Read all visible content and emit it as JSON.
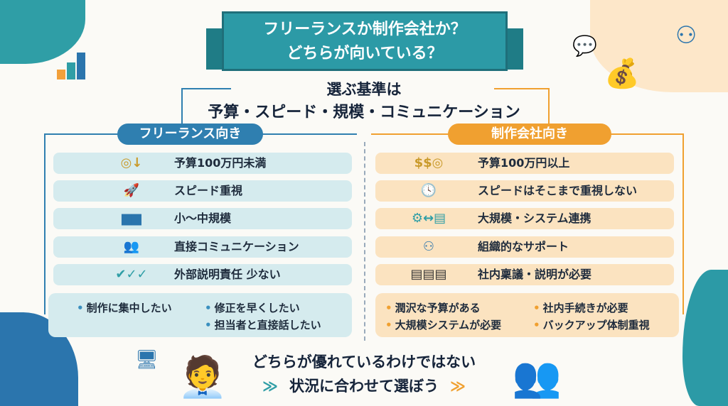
{
  "title": {
    "line1": "フリーランスか制作会社か？",
    "line2": "どちらが向いている？"
  },
  "criteria": {
    "lead": "選ぶ基準は",
    "items": "予算・スピード・規模・コミュニケーション"
  },
  "freelance": {
    "label": "フリーランス向き",
    "color": "#2f7fb0",
    "rows": [
      {
        "icon": "coins-down-icon",
        "text": "予算100万円未満"
      },
      {
        "icon": "rocket-icon",
        "text": "スピード重視"
      },
      {
        "icon": "blocks-icon",
        "text": "小〜中規模"
      },
      {
        "icon": "conversation-icon",
        "text": "直接コミュニケーション"
      },
      {
        "icon": "checklist-icon",
        "text": "外部説明責任 少ない"
      }
    ],
    "bullets": [
      "制作に集中したい",
      "修正を早くしたい",
      "担当者と直接話したい"
    ]
  },
  "company": {
    "label": "制作会社向き",
    "color": "#f0a030",
    "rows": [
      {
        "icon": "money-bags-icon",
        "text": "予算100万円以上"
      },
      {
        "icon": "clock-icon",
        "text": "スピードはそこまで重視しない"
      },
      {
        "icon": "gears-server-icon",
        "text": "大規模・システム連携"
      },
      {
        "icon": "org-chart-icon",
        "text": "組織的なサポート"
      },
      {
        "icon": "documents-stamp-icon",
        "text": "社内稟議・説明が必要"
      }
    ],
    "bullets": [
      "潤沢な予算がある",
      "社内手続きが必要",
      "大規模システムが必要",
      "バックアップ体制重視"
    ]
  },
  "footer": {
    "line1": "どちらが優れているわけではない",
    "line2": "状況に合わせて選ぼう",
    "arrows": "≫"
  }
}
